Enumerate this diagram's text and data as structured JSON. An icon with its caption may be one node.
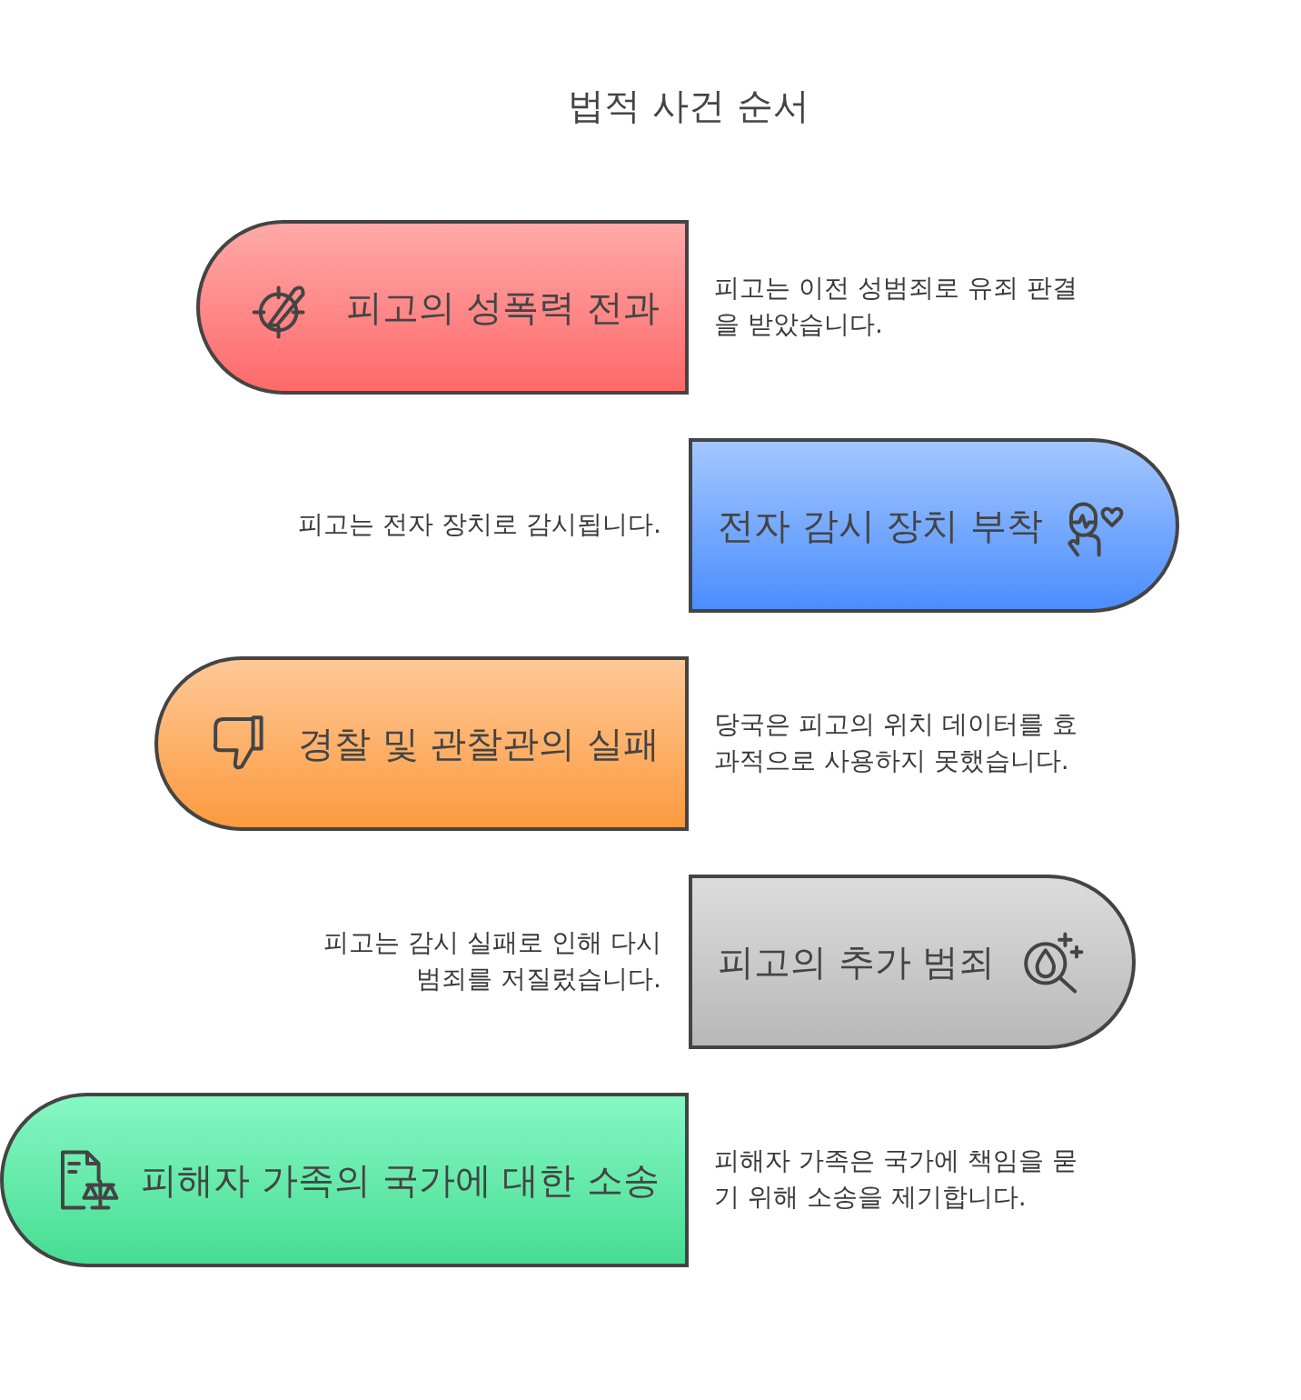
{
  "diagram": {
    "title": "법적 사건 순서",
    "nodes": [
      {
        "text": [
          "피고의 성폭력 전과"
        ],
        "beside": [
          "피고는 이전 성범죄로 유죄 판결을 받았습니다."
        ]
      },
      {
        "text": [
          "전자 감시 장치 부착"
        ],
        "beside": [
          "피고는 전자 장치로 감시됩니다."
        ]
      },
      {
        "text": [
          "경찰 및 관찰관의 실패"
        ],
        "beside": [
          "당국은 피고의 위치 데이터를 효과적으로 사용하지 못했습니다."
        ]
      },
      {
        "text": [
          "피고의 추가 범죄"
        ],
        "beside": [
          "피고는 감시 실패로 인해 다시 범죄를 저질렀습니다."
        ]
      },
      {
        "text": [
          "피해자 가족의 국가에 대한 소송"
        ],
        "beside": [
          "피해자 가족은 국가에 책임을 묻기 위해 소송을 제기합니다."
        ]
      }
    ]
  }
}
